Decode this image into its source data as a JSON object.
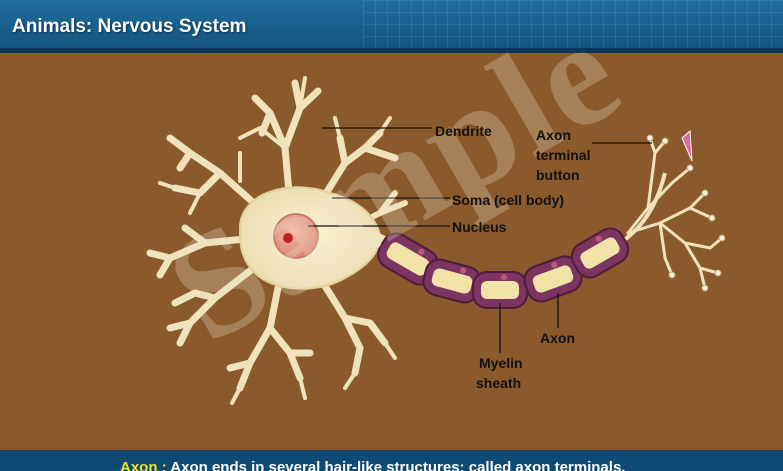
{
  "header": {
    "title": "Animals: Nervous System"
  },
  "diagram": {
    "labels": {
      "dendrite": "Dendrite",
      "axon_terminal_line1": "Axon",
      "axon_terminal_line2": "terminal",
      "axon_terminal_line3": "button",
      "soma": "Soma (cell body)",
      "nucleus": "Nucleus",
      "axon": "Axon",
      "myelin_line1": "Myelin",
      "myelin_line2": "sheath"
    },
    "watermark": "Sample",
    "colors": {
      "background": "#8a5a2c",
      "cell_body": "#f3e9c6",
      "nucleus": "#e59a88",
      "nucleolus": "#b82222",
      "myelin_outer": "#7b3560",
      "myelin_inner": "#f1e3a8"
    }
  },
  "footer": {
    "term": "Axon :",
    "text": " Axon ends in several hair-like structures; called axon terminals."
  }
}
